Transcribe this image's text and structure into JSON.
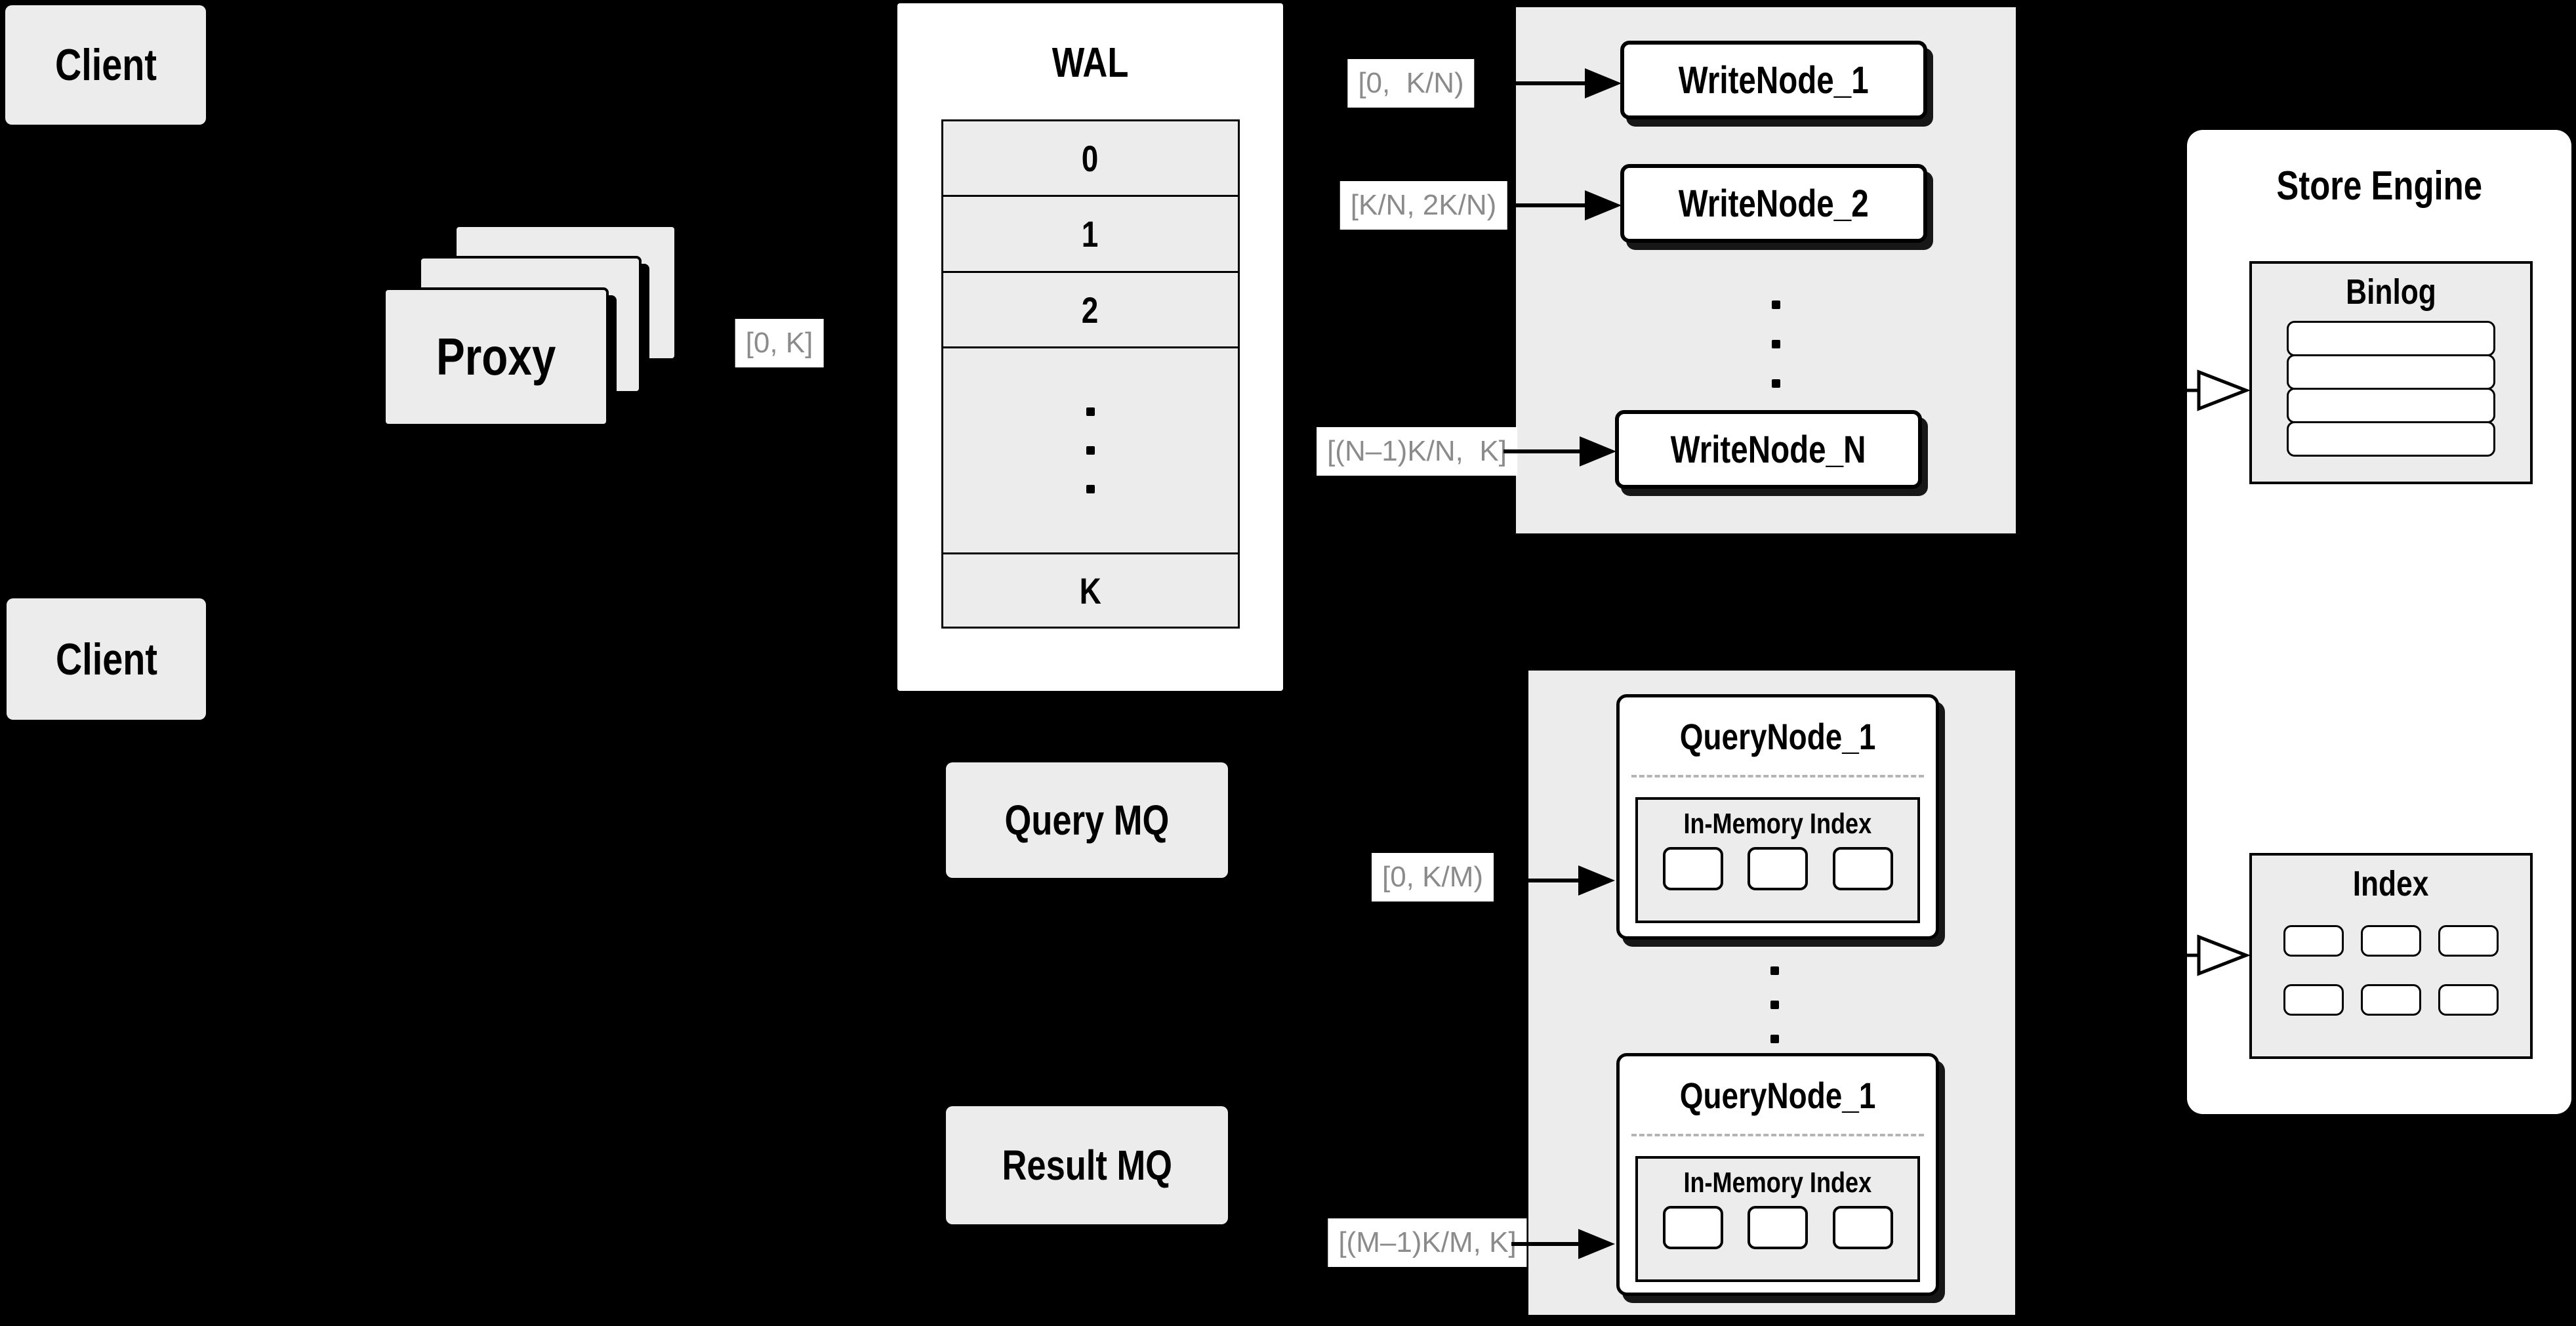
{
  "colors": {
    "background": "#000000",
    "panel_gray": "#ececec",
    "box_white": "#ffffff",
    "line_black": "#000000",
    "range_label_gray": "#8b8b8b",
    "divider_dash_gray": "#b4b4b4"
  },
  "clients": {
    "top_label": "Client",
    "bottom_label": "Client"
  },
  "proxy": {
    "label": "Proxy"
  },
  "wal": {
    "title": "WAL",
    "cells": [
      "0",
      "1",
      "2"
    ],
    "last_cell": "K"
  },
  "ranges": {
    "proxy_to_wal": "[0, K]",
    "write": [
      "[0,  K/N)",
      "[K/N, 2K/N)",
      "[(N–1)K/N,  K]"
    ],
    "query": [
      "[0, K/M)",
      "[(M–1)K/M, K]"
    ]
  },
  "write_group": {
    "nodes": [
      "WriteNode_1",
      "WriteNode_2",
      "WriteNode_N"
    ]
  },
  "query_group": {
    "nodes": [
      {
        "title": "QueryNode_1",
        "subtitle": "In-Memory Index"
      },
      {
        "title": "QueryNode_1",
        "subtitle": "In-Memory Index"
      }
    ]
  },
  "mq": {
    "query_label": "Query MQ",
    "result_label": "Result MQ"
  },
  "store": {
    "title": "Store Engine",
    "binlog_title": "Binlog",
    "index_title": "Index"
  }
}
